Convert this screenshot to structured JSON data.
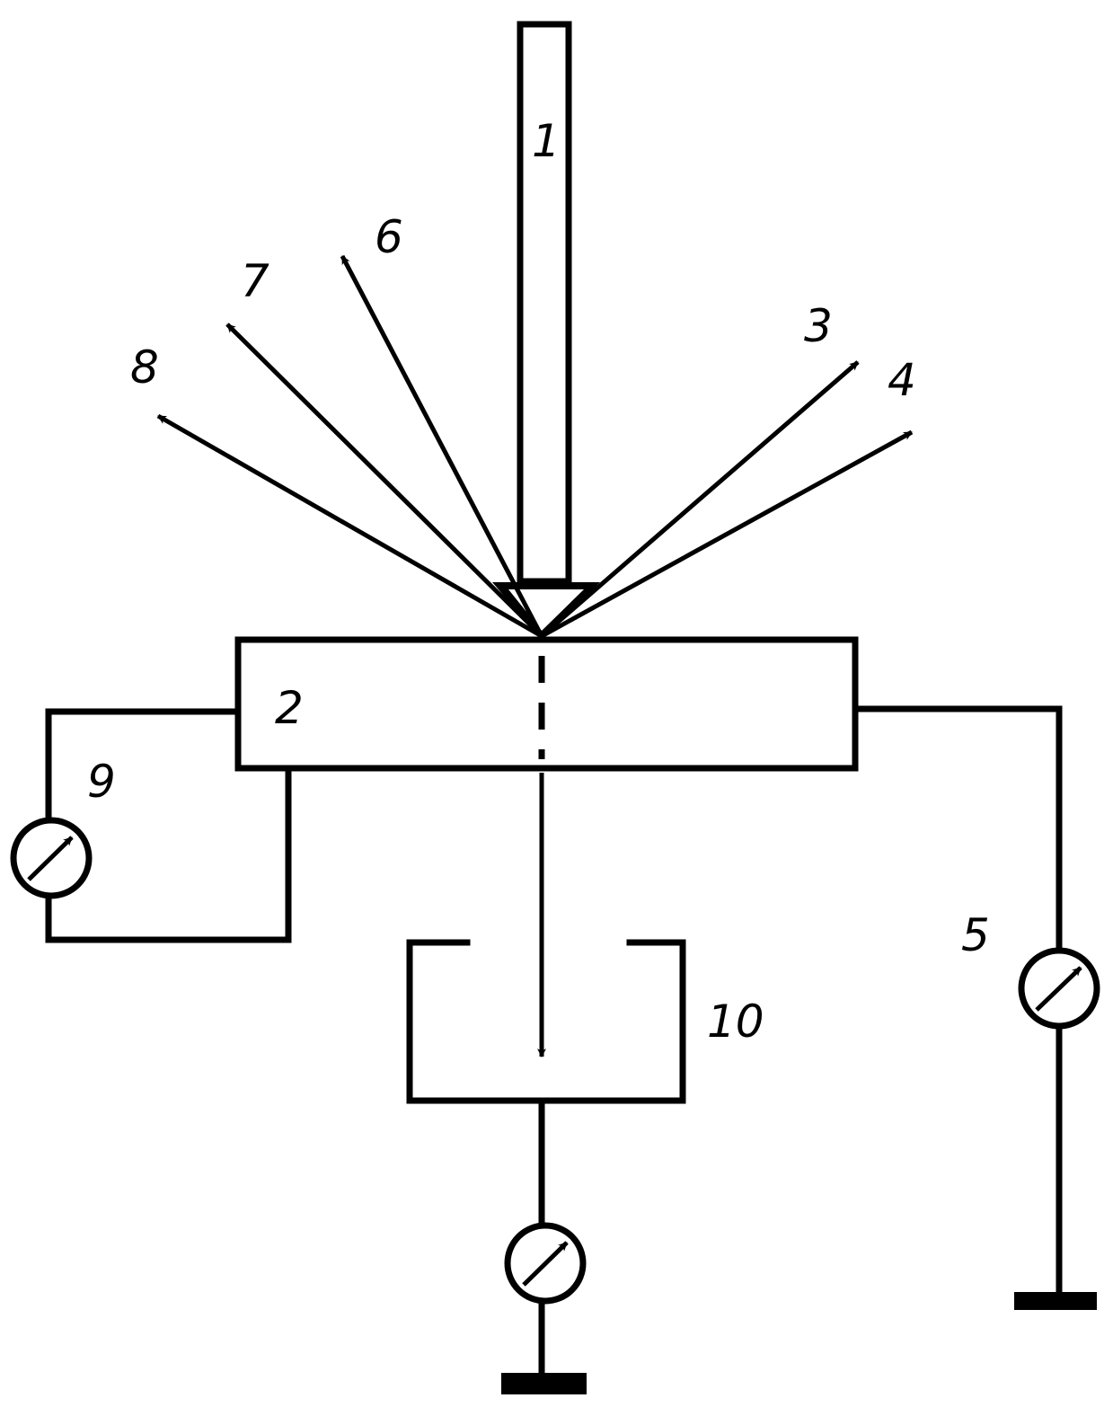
{
  "labels": {
    "beam": "1",
    "sample": "2",
    "ray3": "3",
    "ray4": "4",
    "meter5": "5",
    "ray6": "6",
    "ray7": "7",
    "ray8": "8",
    "meter9": "9",
    "collector": "10"
  },
  "colors": {
    "ink": "#000000",
    "paper": "#ffffff"
  },
  "icons": [
    "ammeter-icon",
    "ground-icon",
    "arrow-icon"
  ]
}
